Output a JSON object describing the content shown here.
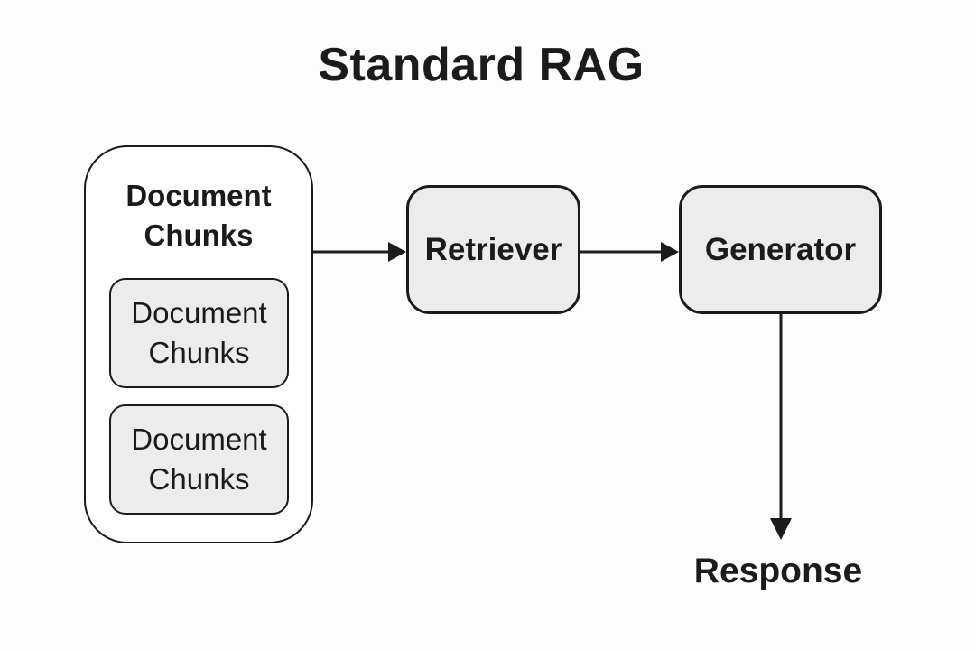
{
  "title": "Standard RAG",
  "group": {
    "label": "Document Chunks",
    "items": [
      {
        "label": "Document Chunks"
      },
      {
        "label": "Document Chunks"
      }
    ]
  },
  "nodes": [
    {
      "id": "retriever",
      "label": "Retriever"
    },
    {
      "id": "generator",
      "label": "Generator"
    }
  ],
  "edges": [
    {
      "from": "document-chunks-group",
      "to": "retriever"
    },
    {
      "from": "retriever",
      "to": "generator"
    },
    {
      "from": "generator",
      "to": "response"
    }
  ],
  "output": {
    "label": "Response"
  },
  "colors": {
    "background": "#fdfdfd",
    "ink": "#1b1b1d",
    "node_fill": "#ececec",
    "group_fill": "#ffffff"
  }
}
